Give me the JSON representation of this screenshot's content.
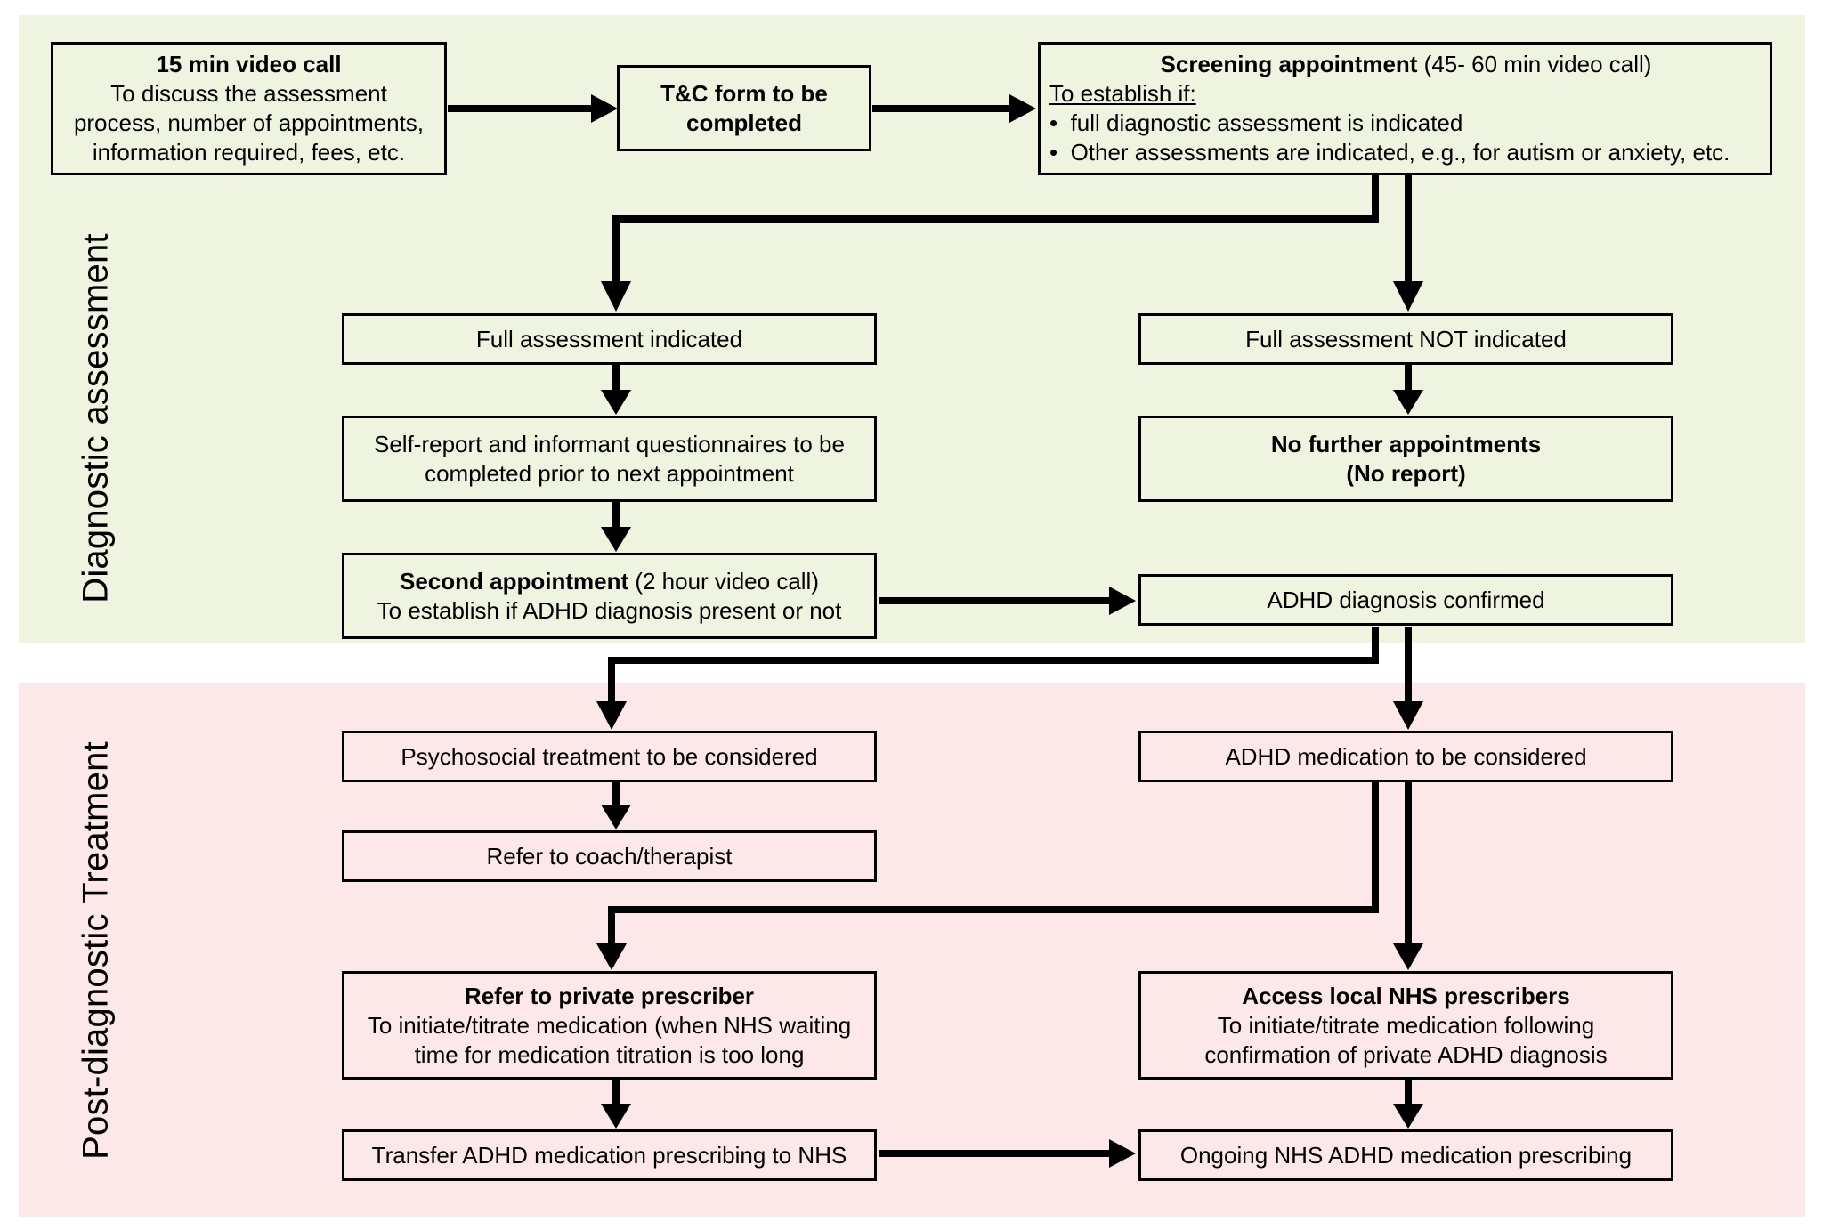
{
  "sections": {
    "diagnostic": "Diagnostic assessment",
    "post": "Post-diagnostic Treatment"
  },
  "boxes": {
    "video_call": {
      "title": "15 min video call",
      "line1": "To discuss the assessment",
      "line2": "process, number of appointments,",
      "line3": "information required, fees, etc."
    },
    "tc_form": {
      "line1": "T&C form to be",
      "line2": "completed"
    },
    "screening": {
      "title": "Screening appointment",
      "title_suffix": " (45- 60 min video call)",
      "establish": "To establish if:",
      "bullet1": "full diagnostic assessment is indicated",
      "bullet2": "Other assessments are indicated, e.g., for autism or anxiety, etc.",
      "bullet_char": "•"
    },
    "full_indicated": "Full assessment indicated",
    "full_not_indicated": "Full assessment NOT indicated",
    "questionnaires": {
      "line1": "Self-report and informant questionnaires to be",
      "line2": "completed prior to next appointment"
    },
    "no_further": {
      "line1": "No further appointments",
      "line2": "(No report)"
    },
    "second_appt": {
      "title": "Second appointment",
      "title_suffix": " (2 hour video call)",
      "line2": "To establish if ADHD diagnosis present or not"
    },
    "adhd_confirmed": "ADHD diagnosis confirmed",
    "psychosocial": "Psychosocial treatment to be considered",
    "medication": "ADHD medication to be considered",
    "refer_coach": "Refer to coach/therapist",
    "private_prescriber": {
      "title": "Refer to private prescriber",
      "line1": "To initiate/titrate medication (when NHS waiting",
      "line2": "time for medication titration is too long"
    },
    "nhs_prescribers": {
      "title": "Access local NHS prescribers",
      "line1": "To initiate/titrate medication following",
      "line2": "confirmation of private ADHD diagnosis"
    },
    "transfer": "Transfer ADHD medication prescribing to NHS",
    "ongoing": "Ongoing NHS ADHD medication prescribing"
  },
  "colors": {
    "diagnostic_band": "#eef4e0",
    "post_band": "#fce8e8",
    "stroke": "#000000"
  }
}
